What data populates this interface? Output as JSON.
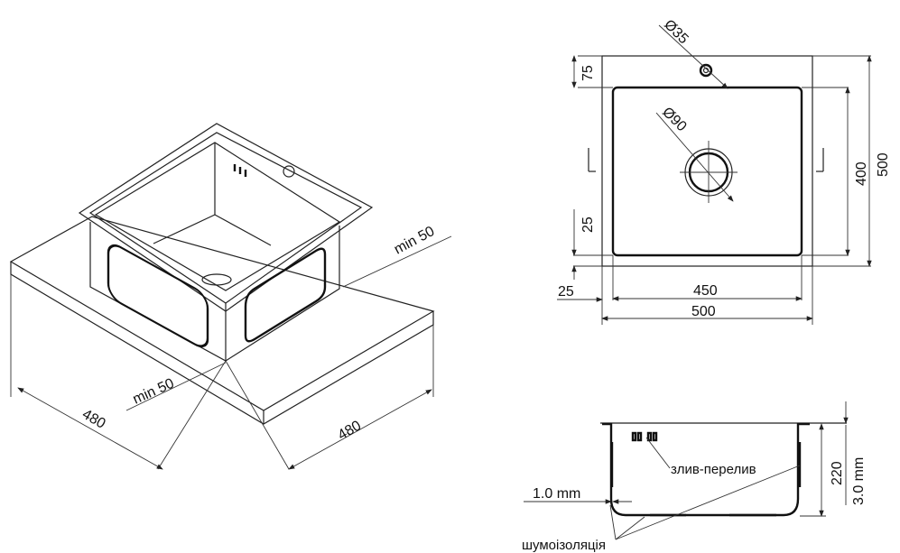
{
  "isometric_view": {
    "min_clearance_right": "min 50",
    "min_clearance_left": "min 50",
    "cabinet_depth": "480",
    "cabinet_width": "480"
  },
  "top_view": {
    "tap_hole_diameter": "Ø35",
    "drain_diameter": "Ø90",
    "tap_offset": "75",
    "bottom_offset_inner": "25",
    "bottom_offset_outer": "25",
    "bowl_width": "450",
    "overall_width": "500",
    "bowl_length": "400",
    "overall_length": "500"
  },
  "section_view": {
    "overflow_label": "злив-перелив",
    "wall_thickness": "1.0 mm",
    "depth": "220",
    "rim_thickness": "3.0 mm",
    "insulation_label": "шумоізоляція"
  }
}
